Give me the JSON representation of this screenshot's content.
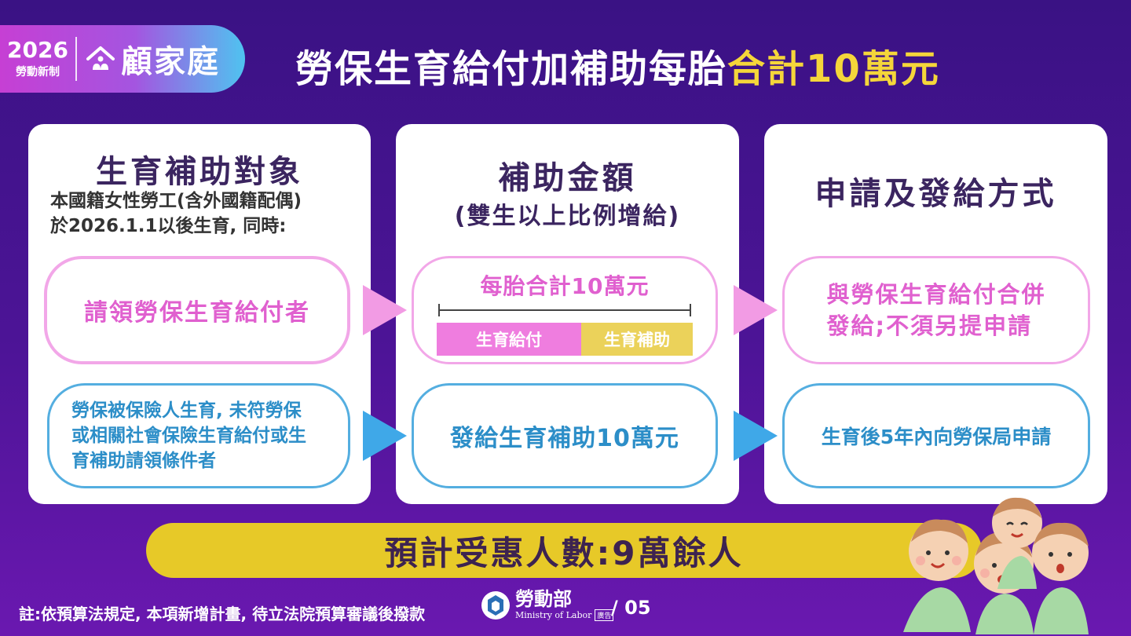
{
  "badge": {
    "year": "2026",
    "subtitle": "勞動新制",
    "name": "顧家庭"
  },
  "title": {
    "main": "勞保生育給付加補助每胎",
    "highlight": "合計10萬元"
  },
  "col1": {
    "heading": "生育補助對象",
    "desc_line1": "本國籍女性勞工(含外國籍配偶)",
    "desc_line2": "於2026.1.1以後生育, 同時:",
    "pill1": "請領勞保生育給付者",
    "pill2_line1": "勞保被保險人生育, 未符勞保",
    "pill2_line2": "或相關社會保險生育給付或生",
    "pill2_line3": "育補助請領條件者"
  },
  "col2": {
    "heading": "補助金額",
    "subheading": "(雙生以上比例增給)",
    "bar_label": "每胎合計10萬元",
    "seg1": "生育給付",
    "seg2": "生育補助",
    "pill2": "發給生育補助10萬元"
  },
  "col3": {
    "heading": "申請及發給方式",
    "pill1_line1": "與勞保生育給付合併",
    "pill1_line2": "發給;不須另提申請",
    "pill2": "生育後5年內向勞保局申請"
  },
  "banner": "預計受惠人數:9萬餘人",
  "footer": {
    "note": "註:依預算法規定, 本項新增計畫, 待立法院預算審議後撥款",
    "logo_zh": "勞動部",
    "logo_en": "Ministry of Labor",
    "logo_ad": "廣告",
    "page": "/ 05"
  },
  "colors": {
    "pink": "#e060cf",
    "blue": "#2c8ec8",
    "yellow": "#e7c928",
    "purple_bg": "#4d1497"
  },
  "icons": [
    "house-icon",
    "ministry-logo-icon",
    "babies-illustration"
  ]
}
